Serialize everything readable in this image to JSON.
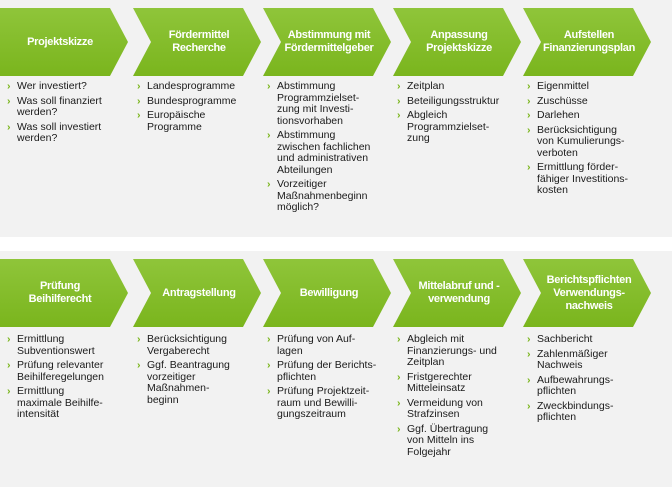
{
  "colors": {
    "arrow": "#7ab51d",
    "arrow_light": "#8fc53a",
    "panel": "#f2f2f2",
    "text": "#1a1a1a",
    "bullet": "#7ab51d"
  },
  "bullet_glyph": "›",
  "rows": [
    {
      "steps": [
        {
          "label": "Projektskizze",
          "items": [
            "Wer investiert?",
            "Was soll finanziert\nwerden?",
            "Was soll investiert\nwerden?"
          ]
        },
        {
          "label": "Fördermittel\nRecherche",
          "items": [
            "Landesprogramme",
            "Bundesprogramme",
            "Europäische\nProgramme"
          ]
        },
        {
          "label": "Abstimmung mit\nFördermittelgeber",
          "items": [
            "Abstimmung\nProgrammzielset-\nzung mit Investi-\ntionsvorhaben",
            "Abstimmung\nzwischen fachlichen\nund administrativen\nAbteilungen",
            "Vorzeitiger\nMaßnahmenbeginn\nmöglich?"
          ]
        },
        {
          "label": "Anpassung\nProjektskizze",
          "items": [
            "Zeitplan",
            "Beteiligungsstruktur",
            "Abgleich\nProgrammzielset-\nzung"
          ]
        },
        {
          "label": "Aufstellen\nFinanzierungsplan",
          "items": [
            "Eigenmittel",
            "Zuschüsse",
            "Darlehen",
            "Berücksichtigung\nvon Kumulierungs-\nverboten",
            "Ermittlung förder-\nfähiger Investitions-\nkosten"
          ]
        }
      ]
    },
    {
      "steps": [
        {
          "label": "Prüfung\nBeihilferecht",
          "items": [
            "Ermittlung\nSubventionswert",
            "Prüfung relevanter\nBeihilferegelungen",
            "Ermittlung\nmaximale Beihilfe-\nintensität"
          ]
        },
        {
          "label": "Antragstellung",
          "items": [
            "Berücksichtigung\nVergaberecht",
            "Ggf. Beantragung\nvorzeitiger\nMaßnahmen-\nbeginn"
          ]
        },
        {
          "label": "Bewilligung",
          "items": [
            "Prüfung von Auf-\nlagen",
            "Prüfung der Berichts-\npflichten",
            "Prüfung Projektzeit-\nraum und Bewilli-\ngungszeitraum"
          ]
        },
        {
          "label": "Mittelabruf und -\nverwendung",
          "items": [
            "Abgleich mit\nFinanzierungs- und\nZeitplan",
            "Fristgerechter\nMitteleinsatz",
            "Vermeidung von\nStrafzinsen",
            "Ggf. Übertragung\nvon Mitteln ins\nFolgejahr"
          ]
        },
        {
          "label": "Berichtspflichten\nVerwendungs-\nnachweis",
          "items": [
            "Sachbericht",
            "Zahlenmäßiger\nNachweis",
            "Aufbewahrungs-\npflichten",
            "Zweckbindungs-\npflichten"
          ]
        }
      ]
    }
  ]
}
